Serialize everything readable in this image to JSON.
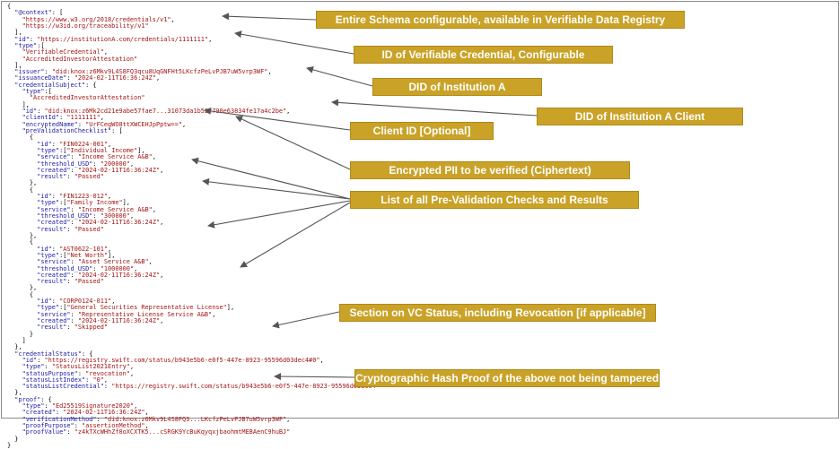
{
  "code_lines": [
    [
      [
        "p",
        "{"
      ]
    ],
    [
      [
        "k",
        "  \"@context\""
      ],
      [
        "p",
        ": ["
      ]
    ],
    [
      [
        "s",
        "    \"https://www.w3.org/2018/credentials/v1\""
      ],
      [
        "p",
        ","
      ]
    ],
    [
      [
        "s",
        "    \"https://w3id.org/traceability/v1\""
      ]
    ],
    [
      [
        "p",
        "  ],"
      ]
    ],
    [
      [
        "k",
        "  \"id\""
      ],
      [
        "p",
        ": "
      ],
      [
        "s",
        "\"https://institutionA.com/credentials/1111111\""
      ],
      [
        "p",
        ","
      ]
    ],
    [
      [
        "k",
        "  \"type\""
      ],
      [
        "p",
        ":["
      ]
    ],
    [
      [
        "s",
        "    \"VerifiableCredential\""
      ],
      [
        "p",
        ","
      ]
    ],
    [
      [
        "s",
        "    \"AccreditedInvestorAttestation\""
      ]
    ],
    [
      [
        "p",
        "  ],"
      ]
    ],
    [
      [
        "k",
        "  \"issuer\""
      ],
      [
        "p",
        ": "
      ],
      [
        "s",
        "\"did:knox:z6Mkv9L4S8FQ3qcu8UqGNFHt5LKcfzPeLvPJB7uW5vrp3WF\""
      ],
      [
        "p",
        ","
      ]
    ],
    [
      [
        "k",
        "  \"issuanceDate\""
      ],
      [
        "p",
        ": "
      ],
      [
        "s",
        "\"2024-02-11T16:36:24Z\""
      ],
      [
        "p",
        ","
      ]
    ],
    [
      [
        "k",
        "  \"credentialSubject\""
      ],
      [
        "p",
        ": {"
      ]
    ],
    [
      [
        "k",
        "    \"type\""
      ],
      [
        "p",
        ":["
      ]
    ],
    [
      [
        "s",
        "      \"AccreditedInvestorAttestation\""
      ]
    ],
    [
      [
        "p",
        "    ],"
      ]
    ],
    [
      [
        "k",
        "    \"id\""
      ],
      [
        "p",
        ": "
      ],
      [
        "s",
        "\"did:knox:z6Mk2cd21e9abe57fae7...31073da1b522790e63834fe17a4c2be\""
      ],
      [
        "p",
        ","
      ]
    ],
    [
      [
        "k",
        "    \"clientId\""
      ],
      [
        "p",
        ": "
      ],
      [
        "s",
        "\"1111111\""
      ],
      [
        "p",
        ","
      ]
    ],
    [
      [
        "k",
        "    \"encryptedName\""
      ],
      [
        "p",
        ": "
      ],
      [
        "s",
        "\"UrFCegWO8ttXWCEHJpPptw==\""
      ],
      [
        "p",
        ","
      ]
    ],
    [
      [
        "k",
        "    \"preValidationChecklist\""
      ],
      [
        "p",
        ": ["
      ]
    ],
    [
      [
        "p",
        "      {"
      ]
    ],
    [
      [
        "k",
        "        \"id\""
      ],
      [
        "p",
        ": "
      ],
      [
        "s",
        "\"FIN0224-001\""
      ],
      [
        "p",
        ","
      ]
    ],
    [
      [
        "k",
        "        \"type\""
      ],
      [
        "p",
        ":["
      ],
      [
        "s",
        "\"Individual Income\""
      ],
      [
        "p",
        "],"
      ]
    ],
    [
      [
        "k",
        "        \"service\""
      ],
      [
        "p",
        ": "
      ],
      [
        "s",
        "\"Income Service A&B\""
      ],
      [
        "p",
        ","
      ]
    ],
    [
      [
        "k",
        "        \"threshold_USD\""
      ],
      [
        "p",
        ": "
      ],
      [
        "s",
        "\"200000\""
      ],
      [
        "p",
        ","
      ]
    ],
    [
      [
        "k",
        "        \"created\""
      ],
      [
        "p",
        ": "
      ],
      [
        "s",
        "\"2024-02-11T16:36:24Z\""
      ],
      [
        "p",
        ","
      ]
    ],
    [
      [
        "k",
        "        \"result\""
      ],
      [
        "p",
        ": "
      ],
      [
        "s",
        "\"Passed\""
      ]
    ],
    [
      [
        "p",
        "      },"
      ]
    ],
    [
      [
        "p",
        "      {"
      ]
    ],
    [
      [
        "k",
        "        \"id\""
      ],
      [
        "p",
        ": "
      ],
      [
        "s",
        "\"FIN1223-012\""
      ],
      [
        "p",
        ","
      ]
    ],
    [
      [
        "k",
        "        \"type\""
      ],
      [
        "p",
        ":["
      ],
      [
        "s",
        "\"Family Income\""
      ],
      [
        "p",
        "],"
      ]
    ],
    [
      [
        "k",
        "        \"service\""
      ],
      [
        "p",
        ": "
      ],
      [
        "s",
        "\"Income Service A&B\""
      ],
      [
        "p",
        ","
      ]
    ],
    [
      [
        "k",
        "        \"threshold_USD\""
      ],
      [
        "p",
        ": "
      ],
      [
        "s",
        "\"300000\""
      ],
      [
        "p",
        ","
      ]
    ],
    [
      [
        "k",
        "        \"created\""
      ],
      [
        "p",
        ": "
      ],
      [
        "s",
        "\"2024-02-11T16:36:24Z\""
      ],
      [
        "p",
        ","
      ]
    ],
    [
      [
        "k",
        "        \"result\""
      ],
      [
        "p",
        ": "
      ],
      [
        "s",
        "\"Passed\""
      ]
    ],
    [
      [
        "p",
        "      },"
      ]
    ],
    [
      [
        "p",
        "      {"
      ]
    ],
    [
      [
        "k",
        "        \"id\""
      ],
      [
        "p",
        ": "
      ],
      [
        "s",
        "\"AST0622-101\""
      ],
      [
        "p",
        ","
      ]
    ],
    [
      [
        "k",
        "        \"type\""
      ],
      [
        "p",
        ":["
      ],
      [
        "s",
        "\"Net Worth\""
      ],
      [
        "p",
        "],"
      ]
    ],
    [
      [
        "k",
        "        \"service\""
      ],
      [
        "p",
        ": "
      ],
      [
        "s",
        "\"Asset Service A&B\""
      ],
      [
        "p",
        ","
      ]
    ],
    [
      [
        "k",
        "        \"threshold_USD\""
      ],
      [
        "p",
        ": "
      ],
      [
        "s",
        "\"1000000\""
      ],
      [
        "p",
        ","
      ]
    ],
    [
      [
        "k",
        "        \"created\""
      ],
      [
        "p",
        ": "
      ],
      [
        "s",
        "\"2024-02-11T16:36:24Z\""
      ],
      [
        "p",
        ","
      ]
    ],
    [
      [
        "k",
        "        \"result\""
      ],
      [
        "p",
        ": "
      ],
      [
        "s",
        "\"Passed\""
      ]
    ],
    [
      [
        "p",
        "      },"
      ]
    ],
    [
      [
        "p",
        "      {"
      ]
    ],
    [
      [
        "k",
        "        \"id\""
      ],
      [
        "p",
        ": "
      ],
      [
        "s",
        "\"CORP0124-011\""
      ],
      [
        "p",
        ","
      ]
    ],
    [
      [
        "k",
        "        \"type\""
      ],
      [
        "p",
        ":["
      ],
      [
        "s",
        "\"General Securities Representative License\""
      ],
      [
        "p",
        "],"
      ]
    ],
    [
      [
        "k",
        "        \"service\""
      ],
      [
        "p",
        ": "
      ],
      [
        "s",
        "\"Representative License Service A&B\""
      ],
      [
        "p",
        ","
      ]
    ],
    [
      [
        "k",
        "        \"created\""
      ],
      [
        "p",
        ": "
      ],
      [
        "s",
        "\"2024-02-11T16:36:24Z\""
      ],
      [
        "p",
        ","
      ]
    ],
    [
      [
        "k",
        "        \"result\""
      ],
      [
        "p",
        ": "
      ],
      [
        "s",
        "\"Skipped\""
      ]
    ],
    [
      [
        "p",
        "      }"
      ]
    ],
    [
      [
        "p",
        "    ]"
      ]
    ],
    [
      [
        "p",
        "  },"
      ]
    ],
    [
      [
        "k",
        "  \"credentialStatus\""
      ],
      [
        "p",
        ": {"
      ]
    ],
    [
      [
        "k",
        "    \"id\""
      ],
      [
        "p",
        ": "
      ],
      [
        "s",
        "\"https://registry.swift.com/status/b943e5b6-e0f5-447e-8923-95596d03dec4#0\""
      ],
      [
        "p",
        ","
      ]
    ],
    [
      [
        "k",
        "    \"type\""
      ],
      [
        "p",
        ": "
      ],
      [
        "s",
        "\"StatusList2021Entry\""
      ],
      [
        "p",
        ","
      ]
    ],
    [
      [
        "k",
        "    \"statusPurpose\""
      ],
      [
        "p",
        ": "
      ],
      [
        "s",
        "\"revocation\""
      ],
      [
        "p",
        ","
      ]
    ],
    [
      [
        "k",
        "    \"statusListIndex\""
      ],
      [
        "p",
        ": "
      ],
      [
        "s",
        "\"0\""
      ],
      [
        "p",
        ","
      ]
    ],
    [
      [
        "k",
        "    \"statusListCredential\""
      ],
      [
        "p",
        ": "
      ],
      [
        "s",
        "\"https://registry.swift.com/status/b943e5b6-e0f5-447e-8923-95596d03dec4\""
      ]
    ],
    [
      [
        "p",
        "  },"
      ]
    ],
    [
      [
        "k",
        "  \"proof\""
      ],
      [
        "p",
        ": {"
      ]
    ],
    [
      [
        "k",
        "    \"type\""
      ],
      [
        "p",
        ": "
      ],
      [
        "s",
        "\"Ed25519Signature2020\""
      ],
      [
        "p",
        ","
      ]
    ],
    [
      [
        "k",
        "    \"created\""
      ],
      [
        "p",
        ": "
      ],
      [
        "s",
        "\"2024-02-11T16:36:24Z\""
      ],
      [
        "p",
        ","
      ]
    ],
    [
      [
        "k",
        "    \"verificationMethod\""
      ],
      [
        "p",
        ": "
      ],
      [
        "s",
        "\"did:knox:z6Mkv9L4S8FQ3...LKcfzPeLvPJB7uW5vrp3WF\""
      ],
      [
        "p",
        ","
      ]
    ],
    [
      [
        "k",
        "    \"proofPurpose\""
      ],
      [
        "p",
        ": "
      ],
      [
        "s",
        "\"assertionMethod\""
      ],
      [
        "p",
        ","
      ]
    ],
    [
      [
        "k",
        "    \"proofValue\""
      ],
      [
        "p",
        ": "
      ],
      [
        "s",
        "\"z4kTXcWHhZf8oXCXTK5...cSRGK9YcBuKqyqxjbaohmtMEBAenC9huBJ\""
      ]
    ],
    [
      [
        "p",
        "  }"
      ]
    ],
    [
      [
        "p",
        "}"
      ]
    ]
  ],
  "callouts": {
    "schema": "Entire Schema configurable, available in Verifiable Data Registry",
    "vc_id": "ID of Verifiable Credential, Configurable",
    "did_institution": "DID of Institution A",
    "did_client": "DID of Institution A Client",
    "client_id": "Client ID [Optional]",
    "encrypted_pii": "Encrypted PII to be verified (Ciphertext)",
    "checklist": "List of all Pre-Validation Checks and Results",
    "status": "Section on VC Status, including Revocation [if applicable]",
    "proof": "Cryptographic Hash Proof of the above not being tampered"
  },
  "colors": {
    "callout_fill": "#c9a227",
    "callout_text": "#ffffff",
    "json_key": "#1a1aa6",
    "json_string": "#a31515",
    "arrow": "#555555"
  }
}
